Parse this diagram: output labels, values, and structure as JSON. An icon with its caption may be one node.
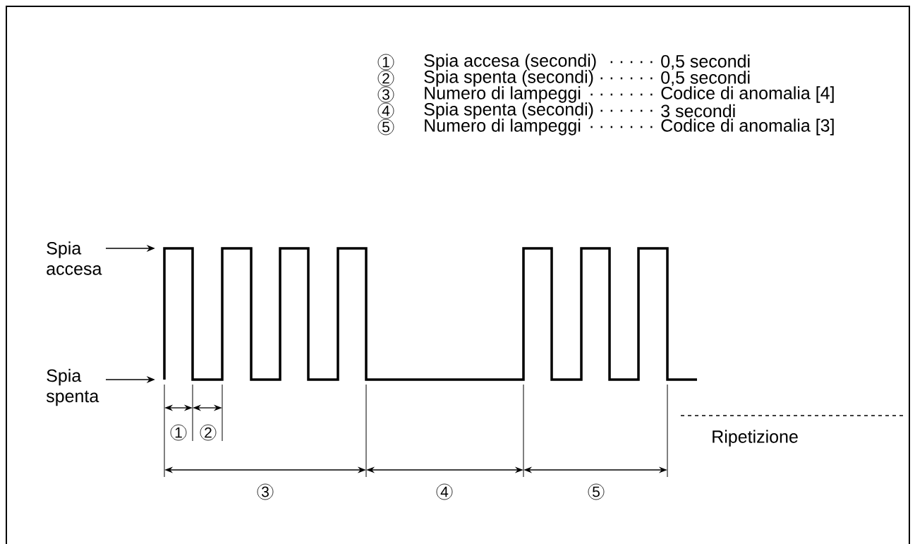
{
  "diagram": {
    "nodes": [
      {
        "text": [
          "Spia accesa"
        ]
      },
      {
        "text": [
          "Spia spenta"
        ]
      },
      {
        "text": [],
        "shape": "picture"
      }
    ],
    "edges": [
      {
        "from": 0,
        "to": 2,
        "arrow": "to"
      },
      {
        "from": 1,
        "to": 2,
        "arrow": "to"
      }
    ],
    "labels": [
      "1",
      "Spia accesa (secondi)",
      ". . . . .",
      "0,5 secondi",
      "2",
      "Spia spenta (secondi)",
      ". . . . . .",
      "0,5 secondi",
      "3",
      "Numero di lampeggi",
      ". . . . . . .",
      "Codice di anomalia [4]",
      "4",
      "Spia spenta (secondi)",
      ". . . . . .",
      "3 secondi",
      "5",
      "Numero di lampeggi",
      ". . . . . . .",
      "Codice di anomalia [3]",
      "1",
      "2",
      "3",
      "4",
      "5",
      "Ripetizione"
    ]
  }
}
